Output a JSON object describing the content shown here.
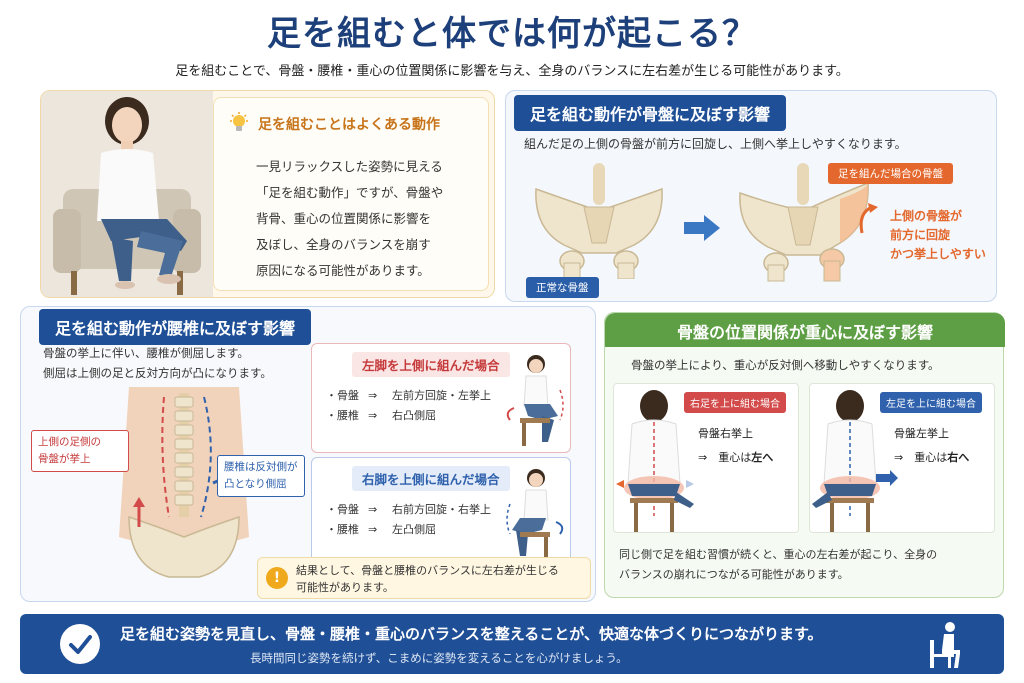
{
  "header": {
    "title": "足を組むと体では何が起こる？",
    "subtitle": "足を組むことで、骨盤・腰椎・重心の位置関係に影響を与え、全身のバランスに左右差が生じる可能性があります。"
  },
  "intro": {
    "heading": "足を組むことはよくある動作",
    "lines": [
      "一見リラックスした姿勢に見える",
      "「足を組む動作」ですが、骨盤や",
      "背骨、重心の位置関係に影響を",
      "及ぼし、全身のバランスを崩す",
      "原因になる可能性があります。"
    ]
  },
  "pelvis": {
    "tab": "足を組む動作が骨盤に及ぼす影響",
    "description": "組んだ足の上側の骨盤が前方に回旋し、上側へ挙上しやすくなります。",
    "normal_label": "正常な骨盤",
    "crossed_label": "足を組んだ場合の骨盤",
    "note_lines": [
      "上側の骨盤が",
      "前方に回旋",
      "かつ挙上しやすい"
    ]
  },
  "lumbar": {
    "tab": "足を組む動作が腰椎に及ぼす影響",
    "description_lines": [
      "骨盤の挙上に伴い、腰椎が側屈します。",
      "側屈は上側の足と反対方向が凸になります。"
    ],
    "red_callout": [
      "上側の足側の",
      "骨盤が挙上"
    ],
    "blue_callout": [
      "腰椎は反対側が",
      "凸となり側屈"
    ],
    "left_case": {
      "title": "左脚を上側に組んだ場合",
      "rows": [
        {
          "part": "・骨盤",
          "arrow": "⇒",
          "effect": "左前方回旋・左挙上"
        },
        {
          "part": "・腰椎",
          "arrow": "⇒",
          "effect": "右凸側屈"
        }
      ]
    },
    "right_case": {
      "title": "右脚を上側に組んだ場合",
      "rows": [
        {
          "part": "・骨盤",
          "arrow": "⇒",
          "effect": "右前方回旋・右挙上"
        },
        {
          "part": "・腰椎",
          "arrow": "⇒",
          "effect": "左凸側屈"
        }
      ]
    },
    "note_icon": "!",
    "note_lines": [
      "結果として、骨盤と腰椎のバランスに左右差が生じる",
      "可能性があります。"
    ]
  },
  "gravity": {
    "title": "骨盤の位置関係が重心に及ぼす影響",
    "description": "骨盤の挙上により、重心が反対側へ移動しやすくなります。",
    "left_scene": {
      "tag": "右足を上に組む場合",
      "line1": "骨盤右挙上",
      "line2_prefix": "⇒　重心は",
      "line2_value": "左へ"
    },
    "right_scene": {
      "tag": "左足を上に組む場合",
      "line1": "骨盤左挙上",
      "line2_prefix": "⇒　重心は",
      "line2_value": "右へ"
    },
    "foot_lines": [
      "同じ側で足を組む習慣が続くと、重心の左右差が起こり、全身の",
      "バランスの崩れにつながる可能性があります。"
    ]
  },
  "banner": {
    "main": "足を組む姿勢を見直し、骨盤・腰椎・重心のバランスを整えることが、快適な体づくりにつながります。",
    "sub": "長時間同じ姿勢を続けず、こまめに姿勢を変えることを心がけましょう。"
  },
  "colors": {
    "navy": "#1f4f96",
    "orange": "#e4682d",
    "red": "#c53a3a",
    "green": "#5e9f45",
    "amber": "#f0a81c"
  },
  "icons": [
    "lightbulb-icon",
    "arrow-right-icon",
    "warning-icon",
    "check-circle-icon",
    "seated-person-icon"
  ]
}
